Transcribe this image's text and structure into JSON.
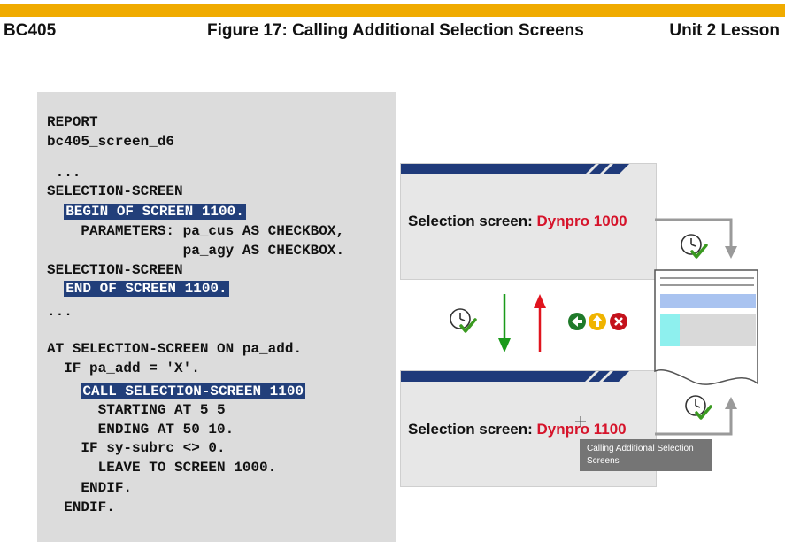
{
  "header": {
    "left": "BC405",
    "center": "Figure 17: Calling Additional Selection Screens",
    "right": "Unit 2 Lesson"
  },
  "code": {
    "lines": [
      {
        "pre": "REPORT",
        "hl": "",
        "post": ""
      },
      {
        "pre": "bc405_screen_d6",
        "hl": "",
        "post": ""
      },
      {
        "pre": " ...",
        "hl": "",
        "post": ""
      },
      {
        "pre": "SELECTION-SCREEN",
        "hl": "",
        "post": ""
      },
      {
        "pre": "  ",
        "hl": "BEGIN OF SCREEN 1100.",
        "post": ""
      },
      {
        "pre": "    PARAMETERS: pa_cus AS CHECKBOX,",
        "hl": "",
        "post": ""
      },
      {
        "pre": "                pa_agy AS CHECKBOX.",
        "hl": "",
        "post": ""
      },
      {
        "pre": "SELECTION-SCREEN",
        "hl": "",
        "post": ""
      },
      {
        "pre": "  ",
        "hl": "END OF SCREEN 1100.",
        "post": ""
      },
      {
        "pre": "...",
        "hl": "",
        "post": ""
      },
      {
        "pre": "AT SELECTION-SCREEN ON pa_add.",
        "hl": "",
        "post": ""
      },
      {
        "pre": "  IF pa_add = 'X'.",
        "hl": "",
        "post": ""
      },
      {
        "pre": "    ",
        "hl": "CALL SELECTION-SCREEN 1100",
        "post": ""
      },
      {
        "pre": "      STARTING AT 5 5",
        "hl": "",
        "post": ""
      },
      {
        "pre": "      ENDING AT 50 10.",
        "hl": "",
        "post": ""
      },
      {
        "pre": "    IF sy-subrc <> 0.",
        "hl": "",
        "post": ""
      },
      {
        "pre": "      LEAVE TO SCREEN 1000.",
        "hl": "",
        "post": ""
      },
      {
        "pre": "    ENDIF.",
        "hl": "",
        "post": ""
      },
      {
        "pre": "  ENDIF.",
        "hl": "",
        "post": ""
      }
    ]
  },
  "screens": {
    "top": {
      "label": "Selection screen: ",
      "dynpro": "Dynpro 1000"
    },
    "bottom": {
      "label": "Selection screen: ",
      "dynpro": "Dynpro 1100"
    }
  },
  "tooltip": {
    "text": "Calling Additional Selection Screens"
  },
  "icons": [
    "execute-icon",
    "back-icon",
    "exit-icon",
    "cancel-icon",
    "green-arrow-down-icon",
    "red-arrow-up-icon",
    "list-document-icon"
  ],
  "colors": {
    "accent_bar": "#f0ab00",
    "code_highlight": "#223f7a",
    "dynpro_red": "#d6142b",
    "screen_titlebar": "#1f3a7a"
  }
}
